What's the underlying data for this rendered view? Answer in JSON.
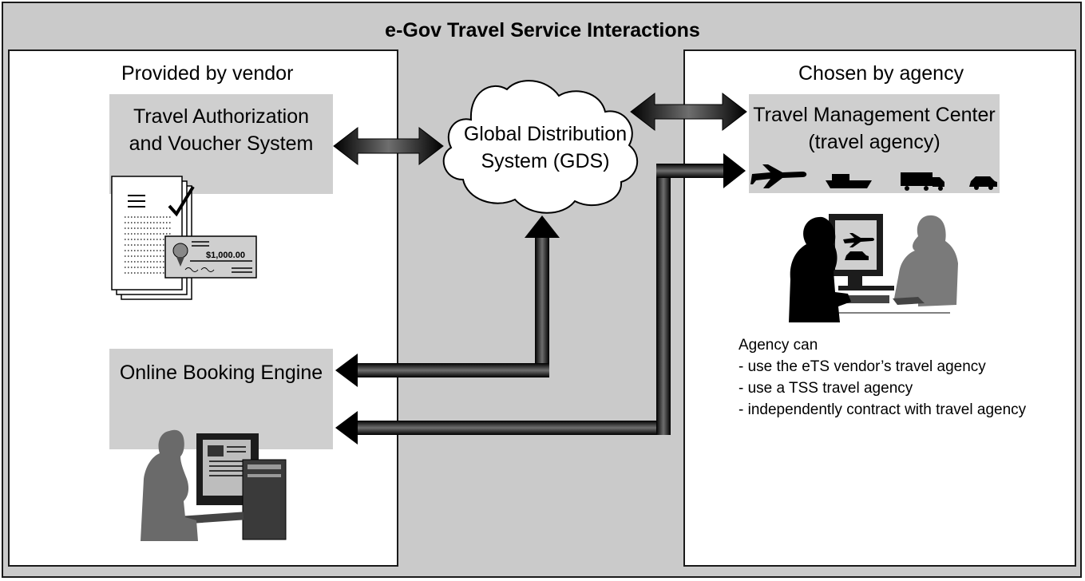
{
  "title": "e-Gov Travel Service Interactions",
  "left_panel": {
    "heading": "Provided by vendor",
    "authorization_box": {
      "line1": "Travel Authorization",
      "line2": "and Voucher System"
    },
    "voucher_amount": "$1,000.00",
    "booking_box": {
      "label": "Online Booking Engine"
    }
  },
  "center": {
    "gds": {
      "line1": "Global Distribution",
      "line2": "System (GDS)"
    }
  },
  "right_panel": {
    "heading": "Chosen by agency",
    "tmc_box": {
      "line1": "Travel Management Center",
      "line2": "(travel agency)"
    },
    "transport_icons": [
      "airplane-icon",
      "ship-icon",
      "truck-icon",
      "car-icon"
    ],
    "notes": {
      "heading": "Agency can",
      "items": [
        "- use the eTS vendor’s travel agency",
        "- use a TSS travel agency",
        "- independently contract with travel agency"
      ]
    }
  }
}
